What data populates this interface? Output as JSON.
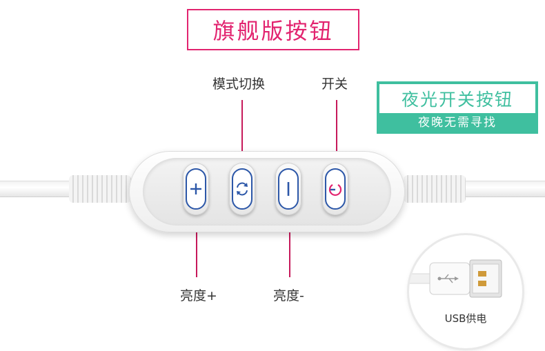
{
  "title": "旗舰版按钮",
  "labels": {
    "mode_switch": "模式切换",
    "power": "开关",
    "brightness_up": "亮度+",
    "brightness_down": "亮度-"
  },
  "night_light": {
    "title": "夜光开关按钮",
    "subtitle": "夜晚无需寻找"
  },
  "usb": {
    "label": "USB供电"
  },
  "colors": {
    "accent": "#e2236f",
    "night_green": "#3fbf9f",
    "button_blue": "#2c57a8",
    "power_red": "#e2236f"
  },
  "icons": {
    "plus": "plus-icon",
    "cycle": "cycle-arrows-icon",
    "minus": "vertical-bar-icon",
    "power": "power-icon",
    "usb": "usb-icon"
  }
}
